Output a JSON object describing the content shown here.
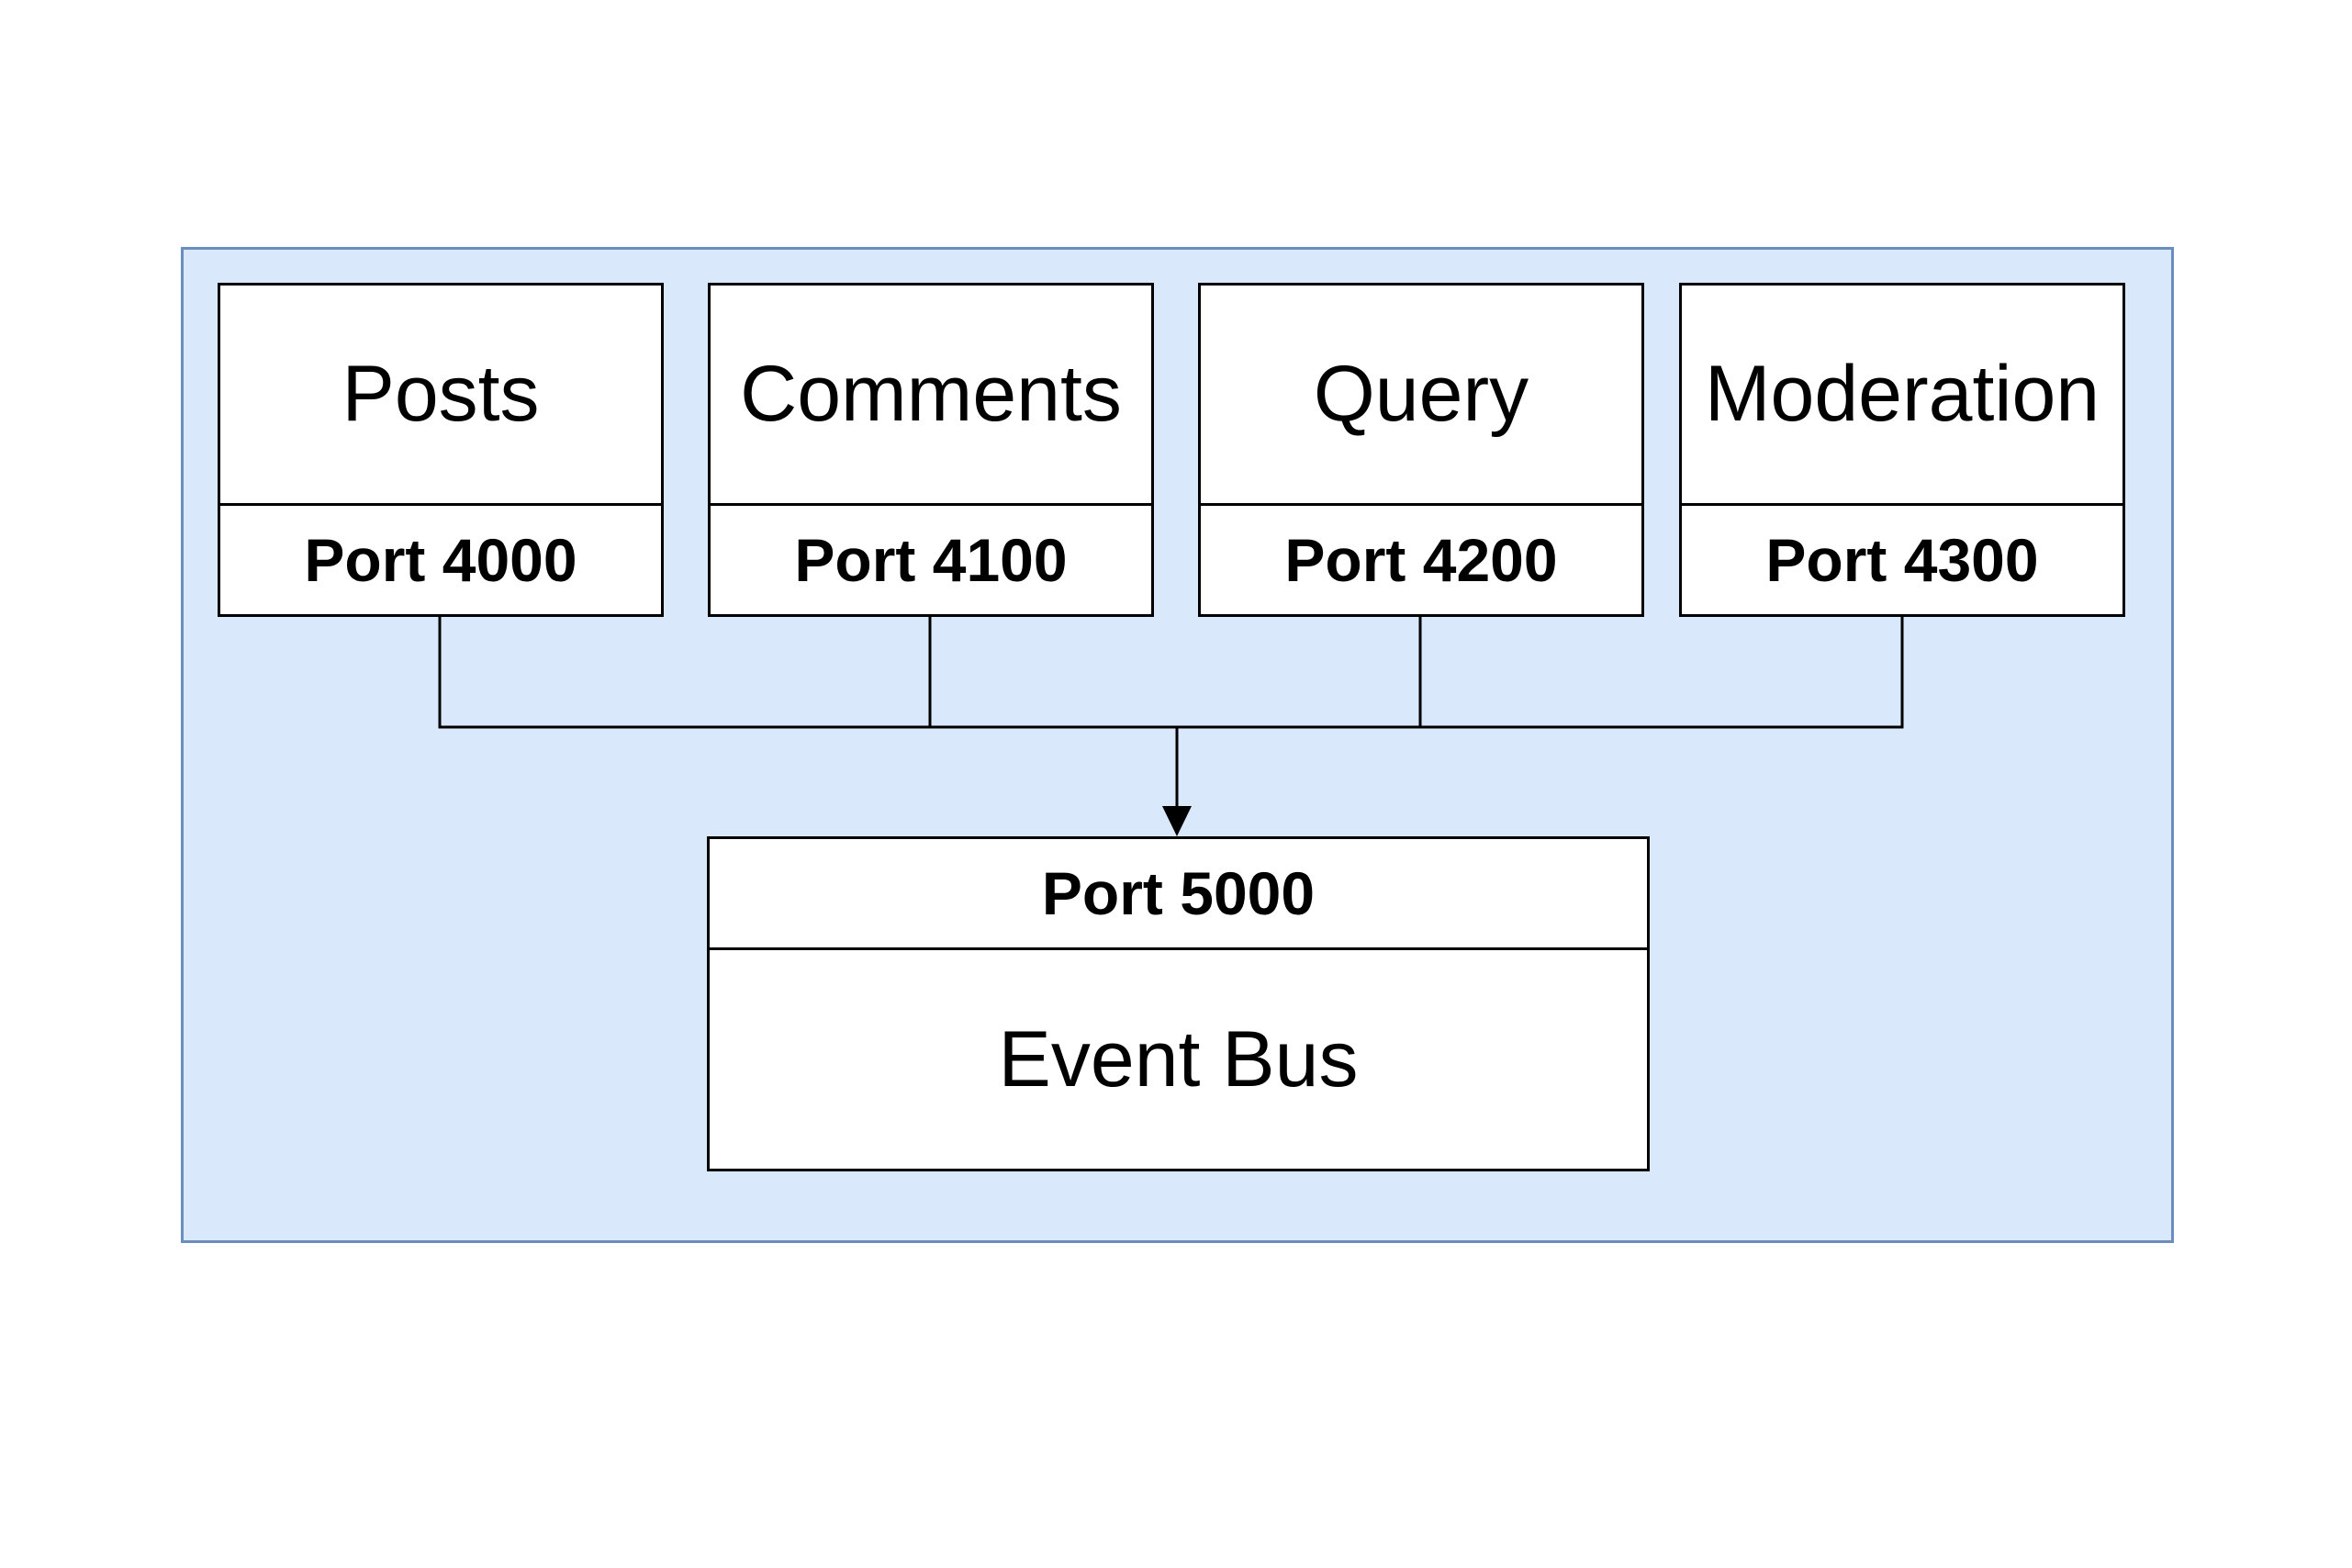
{
  "services": [
    {
      "name": "Posts",
      "port": "Port 4000"
    },
    {
      "name": "Comments",
      "port": "Port 4100"
    },
    {
      "name": "Query",
      "port": "Port 4200"
    },
    {
      "name": "Moderation",
      "port": "Port 4300"
    }
  ],
  "event_bus": {
    "port": "Port 5000",
    "name": "Event Bus"
  },
  "colors": {
    "container_fill": "#dae8fc",
    "container_stroke": "#6c8ebf",
    "box_fill": "#ffffff",
    "line": "#000000"
  }
}
